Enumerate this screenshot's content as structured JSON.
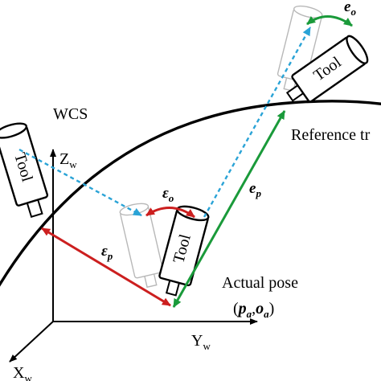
{
  "frame": {
    "title": "WCS",
    "z_axis": {
      "base": "Z",
      "sub": "w"
    },
    "y_axis": {
      "base": "Y",
      "sub": "w"
    },
    "x_axis": {
      "base": "X",
      "sub": "w"
    }
  },
  "trajectory_label": "Reference tr",
  "tools": {
    "left": "Tool",
    "center": "Tool",
    "top_right": "Tool"
  },
  "errors": {
    "eps_o": {
      "base": "ε",
      "sub": "o"
    },
    "eps_p": {
      "base": "ε",
      "sub": "p"
    },
    "e_o": {
      "base": "e",
      "sub": "o"
    },
    "e_p": {
      "base": "e",
      "sub": "p"
    }
  },
  "actual_pose": {
    "title": "Actual pose",
    "p": "p",
    "p_sub": "a",
    "o": "o",
    "o_sub": "a"
  },
  "colors": {
    "red": "#cc1f1f",
    "green": "#1a9a3a",
    "cyan_dashed": "#2aa3d6",
    "ghost": "#b8b8b8",
    "curve": "#000000"
  }
}
